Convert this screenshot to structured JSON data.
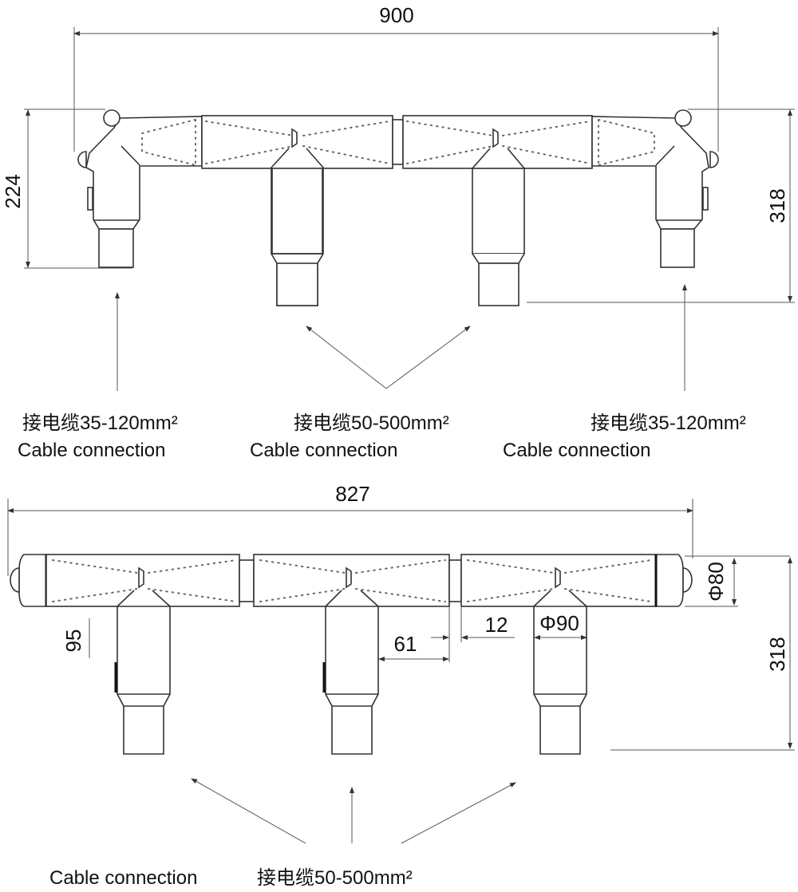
{
  "top_view": {
    "dims": {
      "width": "900",
      "left_height": "224",
      "right_height": "318"
    },
    "labels": [
      {
        "cn": "接电缆35-120mm²",
        "en": "Cable connection"
      },
      {
        "cn": "接电缆50-500mm²",
        "en": "Cable connection"
      },
      {
        "cn": "接电缆35-120mm²",
        "en": "Cable connection"
      }
    ]
  },
  "bottom_view": {
    "dims": {
      "width": "827",
      "branch": "95",
      "offset": "61",
      "gap": "12",
      "branch_dia": "Φ90",
      "body_dia": "Φ80",
      "height": "318"
    },
    "labels": {
      "en": "Cable connection",
      "cn": "接电缆50-500mm²"
    }
  }
}
